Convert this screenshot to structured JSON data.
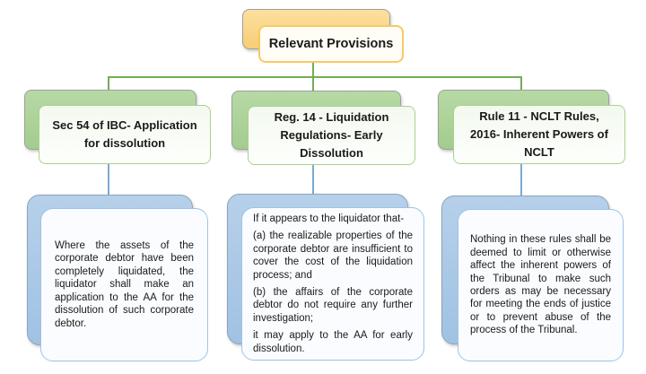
{
  "diagram": {
    "title": "Relevant Provisions",
    "nodes": [
      {
        "heading_lines": [
          "Sec 54 of IBC- Application",
          "for dissolution"
        ],
        "body_paragraphs": [
          "Where the assets of the corporate debtor have been completely liquidated, the liquidator shall make an application to the AA for the dissolution of such corporate debtor."
        ]
      },
      {
        "heading_lines": [
          "Reg. 14 - Liquidation",
          "Regulations- Early",
          "Dissolution"
        ],
        "body_paragraphs": [
          "If it appears to the liquidator that-",
          "(a) the realizable properties of the corporate debtor are insufficient to cover the cost of the liquidation process; and",
          "(b) the affairs of the corporate debtor do not require any further investigation;",
          "it may apply to the AA for early dissolution."
        ]
      },
      {
        "heading_lines": [
          "Rule 11 - NCLT Rules,",
          "2016- Inherent Powers of",
          "NCLT"
        ],
        "body_paragraphs": [
          "Nothing in these rules shall be deemed to limit or otherwise affect the inherent powers of the Tribunal to make such orders as may be necessary for meeting the ends of justice or to prevent abuse of the process of the Tribunal."
        ]
      }
    ],
    "colors": {
      "title_accent": "#ffd966",
      "header_accent": "#a9d18e",
      "body_accent": "#9dc3e6",
      "tree_connector_green": "#74ad54",
      "stem_connector_blue": "#7ea9d1"
    }
  }
}
